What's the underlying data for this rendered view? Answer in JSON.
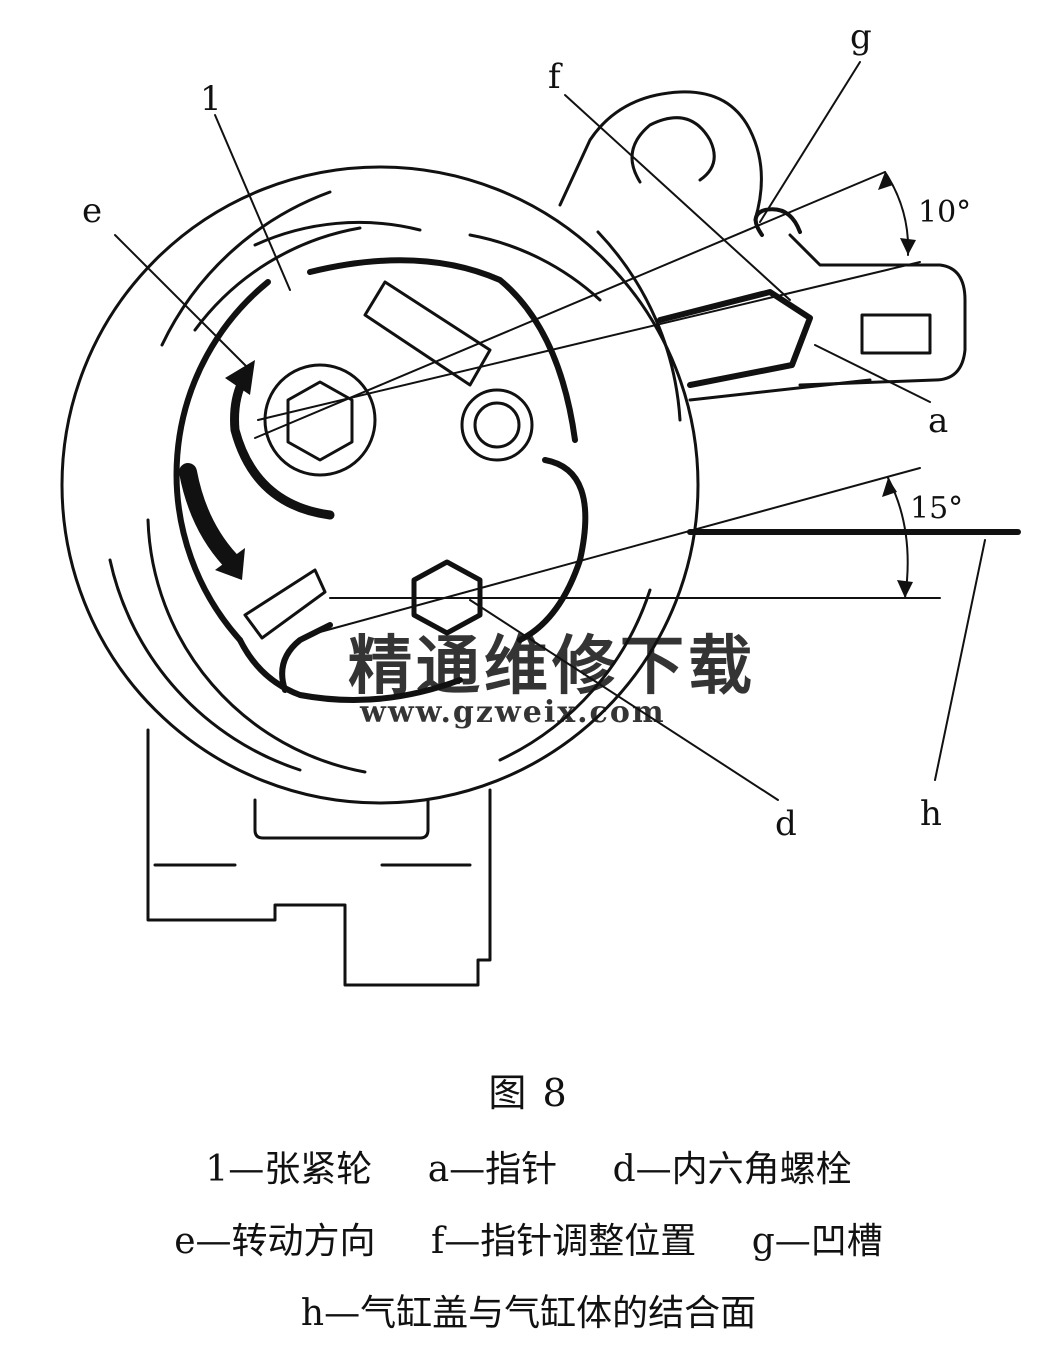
{
  "figure": {
    "labels": {
      "one": "1",
      "e": "e",
      "f": "f",
      "g": "g",
      "a": "a",
      "d": "d",
      "h": "h"
    },
    "angles": {
      "top": "10°",
      "bottom": "15°"
    },
    "watermark": {
      "text": "精通维修下载",
      "url": "www.gzweix.com"
    }
  },
  "caption": {
    "title": "图 8",
    "legend": [
      [
        "1—张紧轮",
        "a—指针",
        "d—内六角螺栓"
      ],
      [
        "e—转动方向",
        "f—指针调整位置",
        "g—凹槽"
      ],
      [
        "h—气缸盖与气缸体的结合面"
      ]
    ]
  }
}
